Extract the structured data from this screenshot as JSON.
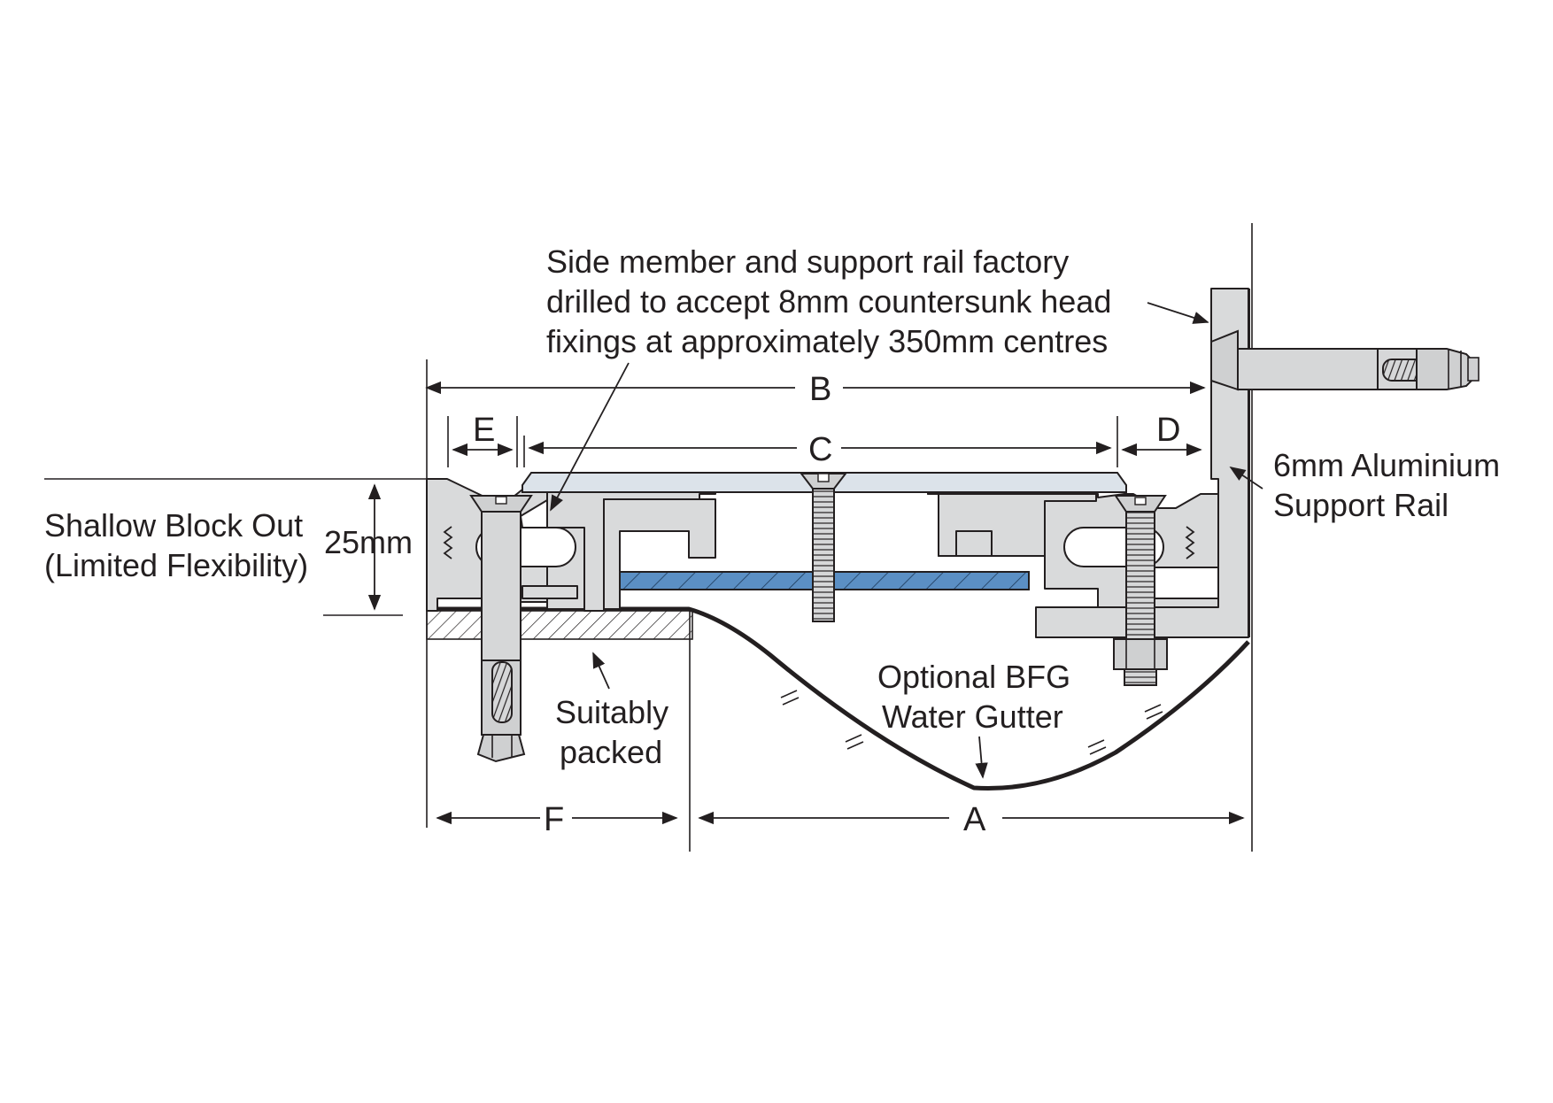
{
  "labels": {
    "note_line1": "Side member and support rail factory",
    "note_line2": "drilled to accept 8mm countersunk head",
    "note_line3": "fixings at approximately 350mm centres",
    "rail_line1": "6mm Aluminium",
    "rail_line2": "Support Rail",
    "blockout_line1": "Shallow Block Out",
    "blockout_line2": "(Limited Flexibility)",
    "depth": "25mm",
    "packed_line1": "Suitably",
    "packed_line2": "packed",
    "gutter_line1": "Optional BFG",
    "gutter_line2": "Water Gutter"
  },
  "dimensions": {
    "a": "A",
    "b": "B",
    "c": "C",
    "d": "D",
    "e": "E",
    "f": "F"
  },
  "colors": {
    "steel": "#cfd0d1",
    "cover_plate": "#dce3ea",
    "insert_blue": "#5b8fc4",
    "outline": "#231f20"
  }
}
